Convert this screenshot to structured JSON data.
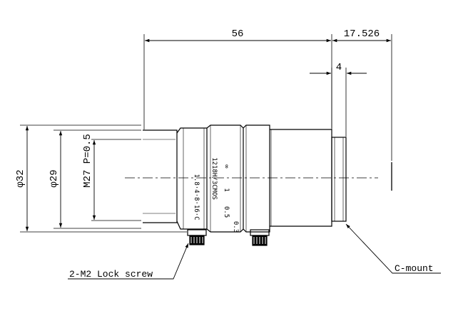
{
  "drawing": {
    "dim_length": "56",
    "dim_flange": "17.526",
    "dim_mount_width": "4",
    "dim_outer_dia": "φ32",
    "dim_inner_dia": "φ29",
    "dim_filter_thread": "M27 P=0.5",
    "label_lock_screw": "2-M2 Lock screw",
    "label_mount": "C-mount",
    "engraving_model": "1218H/3CMOS",
    "engraving_apertures": "1.8·4·8·16·C",
    "engraving_infinity": "∞",
    "engraving_distances": [
      "1",
      "0.5",
      "0.3"
    ]
  }
}
